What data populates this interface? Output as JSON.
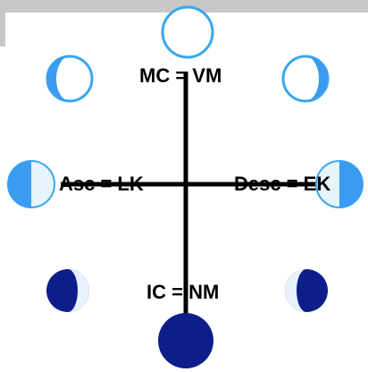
{
  "labels": {
    "mc": "MC = VM",
    "asc": "Asc = LK",
    "desc": "Desc = EK",
    "ic": "IC = NM"
  },
  "colors": {
    "moon_dark": "#0d1e8a",
    "moon_light": "#3a9bf0",
    "moon_pale": "#e6f4fc",
    "outline": "#3aa7ee",
    "line": "#000000",
    "header": "#c8c8c8"
  },
  "moons": [
    {
      "name": "new-moon-top",
      "phase": "new"
    },
    {
      "name": "crescent-top-left",
      "phase": "crescent-left"
    },
    {
      "name": "crescent-top-right",
      "phase": "crescent-right"
    },
    {
      "name": "half-moon-left",
      "phase": "half-left"
    },
    {
      "name": "half-moon-right",
      "phase": "half-right"
    },
    {
      "name": "gibbous-bottom-left",
      "phase": "gibbous-left"
    },
    {
      "name": "gibbous-bottom-right",
      "phase": "gibbous-right"
    },
    {
      "name": "full-moon-bottom",
      "phase": "full"
    }
  ]
}
